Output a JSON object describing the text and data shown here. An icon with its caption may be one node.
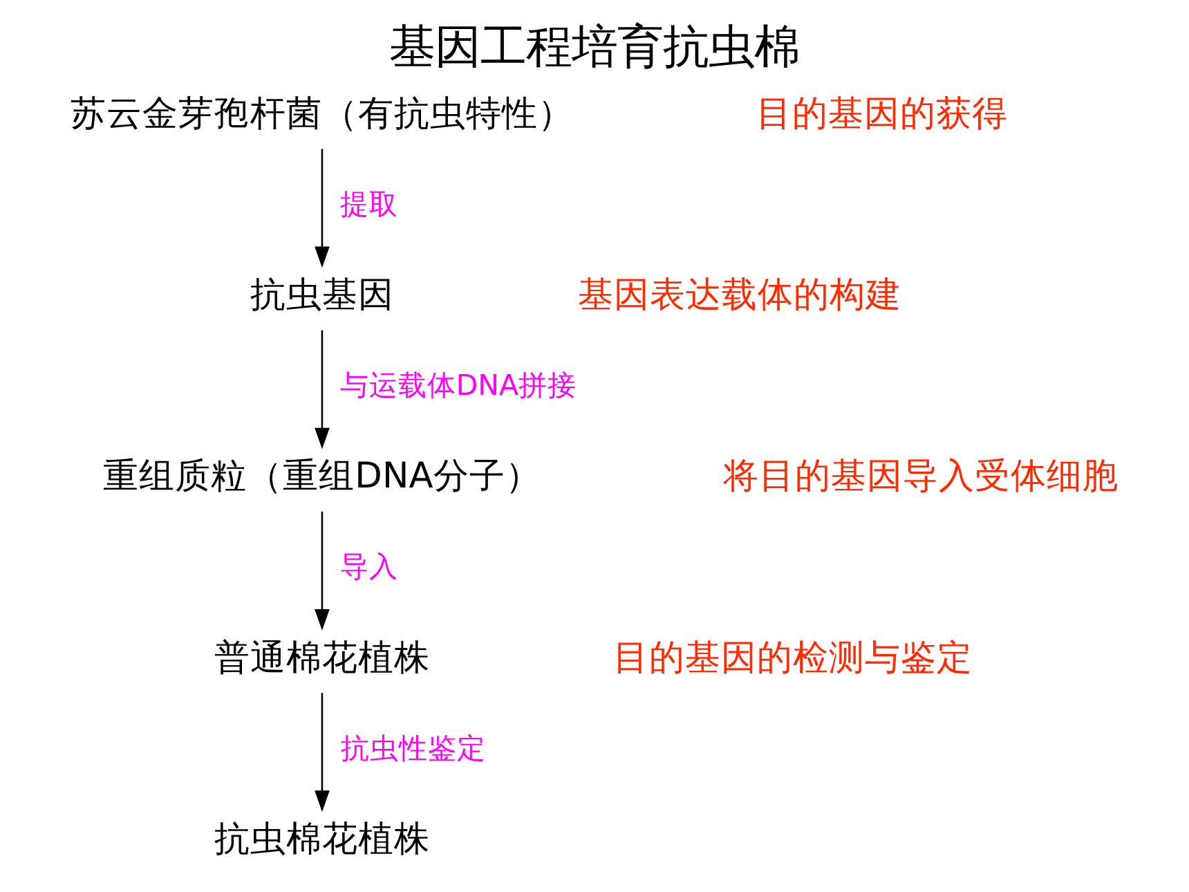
{
  "diagram": {
    "title": "基因工程培育抗虫棉",
    "nodes": [
      {
        "text": [
          "苏云金芽孢杆菌（有抗虫特性）"
        ]
      },
      {
        "text": [
          "抗虫基因"
        ]
      },
      {
        "text": [
          "重组质粒（重组DNA分子）"
        ]
      },
      {
        "text": [
          "普通棉花植株"
        ]
      },
      {
        "text": [
          "抗虫棉花植株"
        ]
      }
    ],
    "edges": [
      {
        "from": 0,
        "to": 1,
        "arrow": "to",
        "label": "提取"
      },
      {
        "from": 1,
        "to": 2,
        "arrow": "to",
        "label": "与运载体DNA拼接"
      },
      {
        "from": 2,
        "to": 3,
        "arrow": "to",
        "label": "导入"
      },
      {
        "from": 3,
        "to": 4,
        "arrow": "to",
        "label": "抗虫性鉴定"
      }
    ],
    "labels": [
      "目的基因的获得",
      "基因表达载体的构建",
      "将目的基因导入受体细胞",
      "目的基因的检测与鉴定"
    ]
  }
}
